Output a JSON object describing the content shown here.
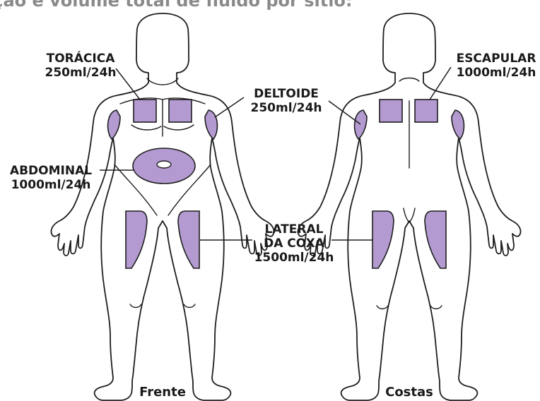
{
  "title": "ição e volume total de fluido por sítio:",
  "colors": {
    "zone_fill": "#b39ad0",
    "outline": "#1e1e1e",
    "title_grey": "#8a8a8a"
  },
  "sites": {
    "toracica": {
      "name": "TORÁCICA",
      "volume": "250ml/24h"
    },
    "deltoide": {
      "name": "DELTOIDE",
      "volume": "250ml/24h"
    },
    "escapular": {
      "name": "ESCAPULAR",
      "volume": "1000ml/24h"
    },
    "abdominal": {
      "name": "ABDOMINAL",
      "volume": "1000ml/24h"
    },
    "lateral_coxa": {
      "name_line1": "LATERAL",
      "name_line2": "DA COXA",
      "volume": "1500ml/24h"
    }
  },
  "views": {
    "front": "Frente",
    "back": "Costas"
  }
}
